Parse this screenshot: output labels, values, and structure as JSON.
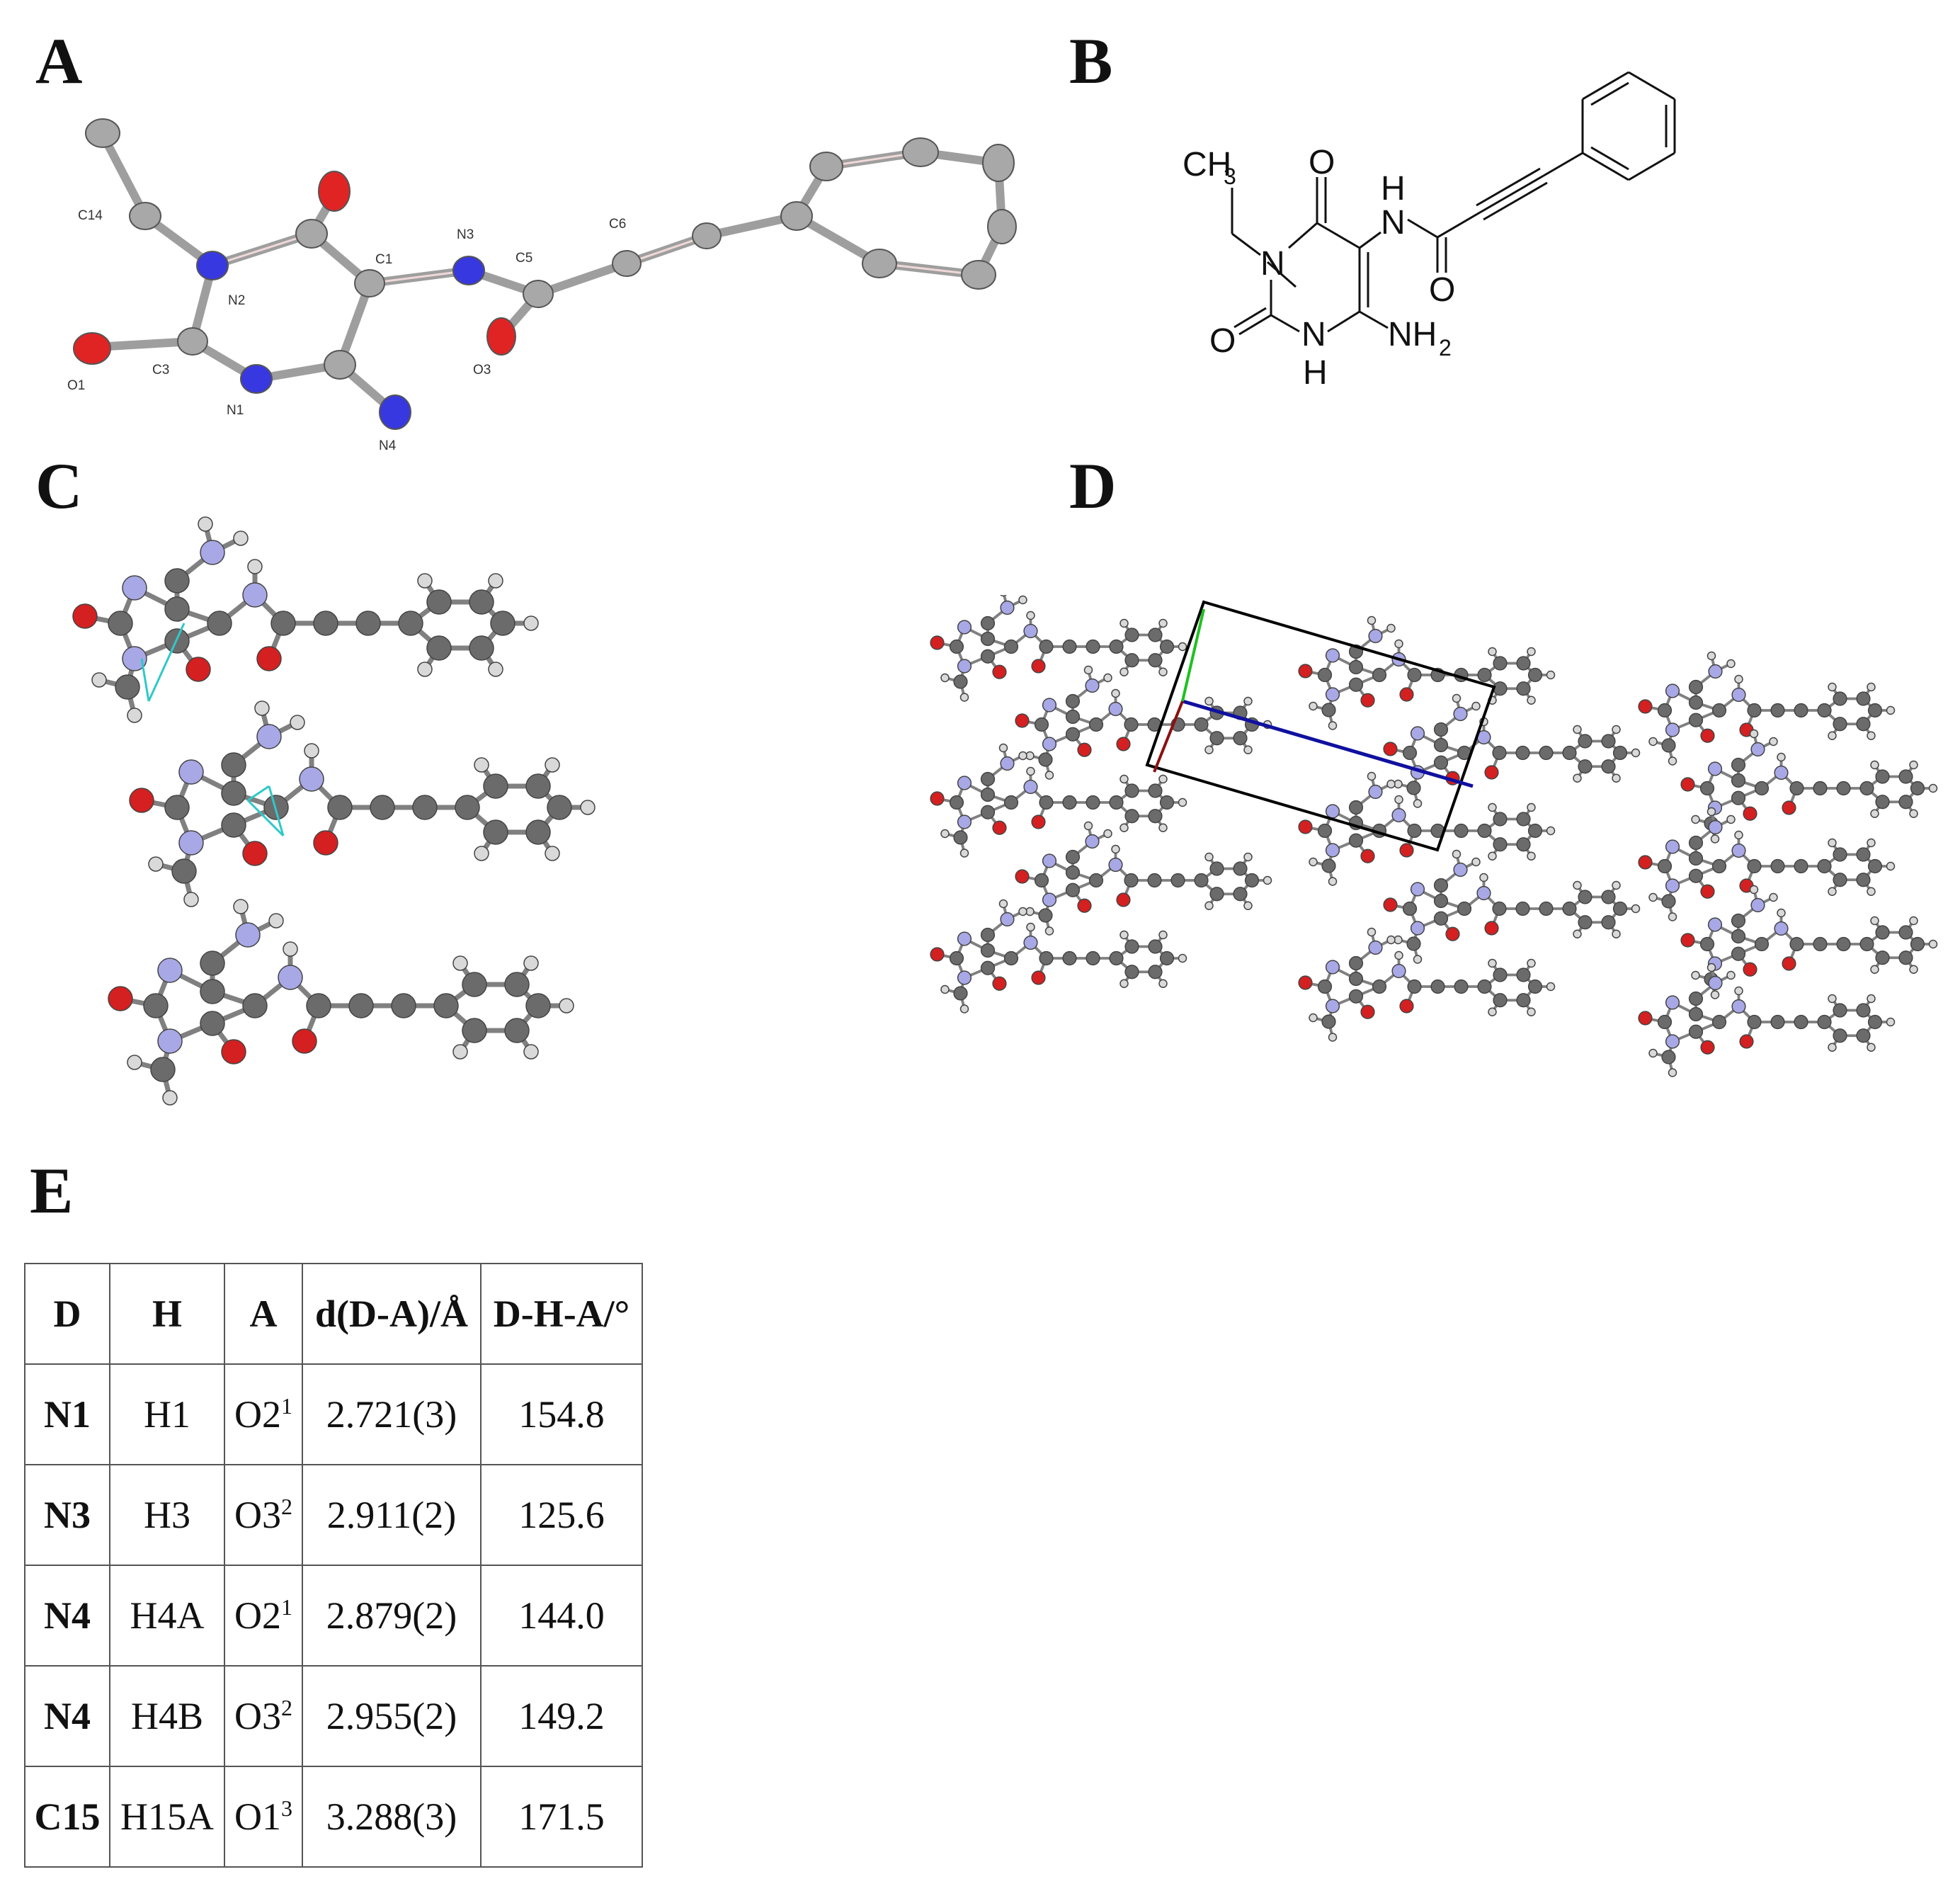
{
  "panels": {
    "a": "A",
    "b": "B",
    "c": "C",
    "d": "D",
    "e": "E"
  },
  "panel_a": {
    "atom_labels": [
      "C14",
      "N3",
      "C1",
      "C6",
      "C5",
      "N2",
      "O1",
      "C3",
      "N1",
      "O3",
      "N4"
    ]
  },
  "panel_b": {
    "atoms": {
      "ch3": "CH",
      "ch3_sub": "3",
      "o_top": "O",
      "h_top": "H",
      "n_amide": "N",
      "n_ring_top": "N",
      "o_left": "O",
      "n_ring_bottom": "N",
      "h_bottom": "H",
      "nh2": "NH",
      "nh2_sub": "2",
      "h_nh": "H",
      "o_amide": "O"
    }
  },
  "table": {
    "headers": [
      "D",
      "H",
      "A",
      "d(D-A)/Å",
      "D-H-A/°"
    ],
    "rows": [
      {
        "d": "N1",
        "h": "H1",
        "a": "O2",
        "a_sup": "1",
        "dist": "2.721(3)",
        "angle": "154.8"
      },
      {
        "d": "N3",
        "h": "H3",
        "a": "O3",
        "a_sup": "2",
        "dist": "2.911(2)",
        "angle": "125.6"
      },
      {
        "d": "N4",
        "h": "H4A",
        "a": "O2",
        "a_sup": "1",
        "dist": "2.879(2)",
        "angle": "144.0"
      },
      {
        "d": "N4",
        "h": "H4B",
        "a": "O3",
        "a_sup": "2",
        "dist": "2.955(2)",
        "angle": "149.2"
      },
      {
        "d": "C15",
        "h": "H15A",
        "a": "O1",
        "a_sup": "3",
        "dist": "3.288(3)",
        "angle": "171.5"
      }
    ]
  },
  "colors": {
    "carbon": "#6b6b6b",
    "oxygen": "#d42020",
    "nitrogen": "#2a2ae0",
    "nitrogen_light": "#a8a8e6",
    "hydrogen": "#d9d9d9",
    "hbond": "#30c8c8",
    "cell_a": "#8b1010",
    "cell_b": "#20c020",
    "cell_c": "#1010a0"
  }
}
